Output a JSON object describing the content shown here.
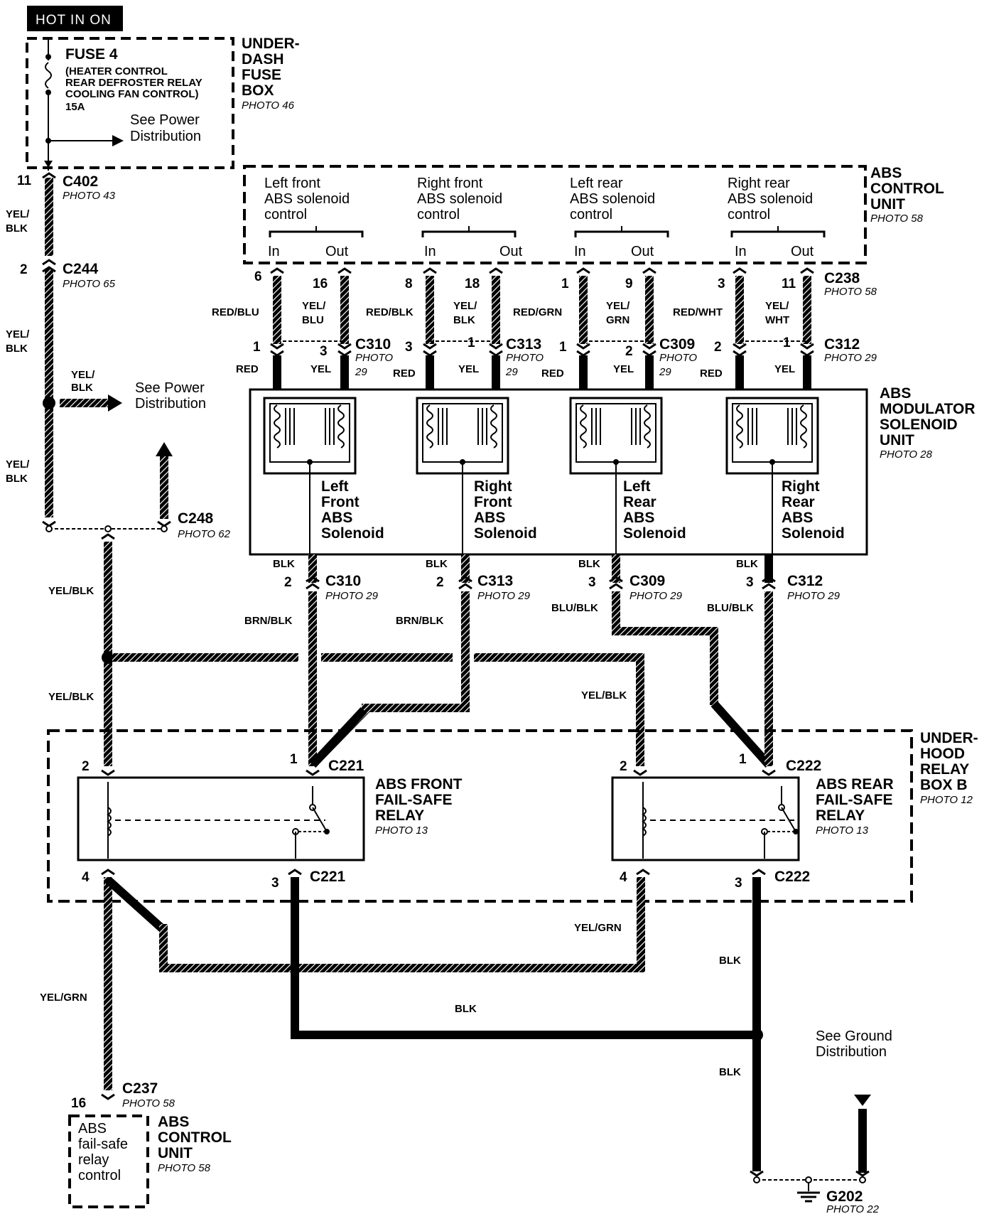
{
  "header": {
    "hot_label": "HOT IN ON"
  },
  "fuse_box": {
    "fuse": "FUSE 4",
    "fuse_desc": [
      "(HEATER CONTROL",
      "REAR DEFROSTER RELAY",
      "COOLING FAN CONTROL)",
      "15A"
    ],
    "power_note": [
      "See Power",
      "Distribution"
    ],
    "title": [
      "UNDER-",
      "DASH",
      "FUSE",
      "BOX"
    ],
    "photo": "PHOTO 46"
  },
  "connectors_left": {
    "c402": {
      "pin": "11",
      "name": "C402",
      "photo": "PHOTO 43"
    },
    "c244": {
      "pin": "2",
      "name": "C244",
      "photo": "PHOTO 65"
    },
    "c248": {
      "name": "C248",
      "photo": "PHOTO 62"
    }
  },
  "wires_left": {
    "w1": [
      "YEL/",
      "BLK"
    ],
    "w2": [
      "YEL/",
      "BLK"
    ],
    "w3": [
      "YEL/",
      "BLK"
    ],
    "w4": [
      "YEL/",
      "BLK"
    ],
    "w5": "YEL/BLK",
    "w6": "YEL/BLK",
    "w7": "YEL/GRN"
  },
  "splice_power_note": [
    "See Power",
    "Distribution"
  ],
  "abs_control_top": {
    "title": [
      "ABS",
      "CONTROL",
      "UNIT"
    ],
    "photo": "PHOTO 58",
    "channels": [
      {
        "label": [
          "Left front",
          "ABS solenoid",
          "control"
        ],
        "in": "In",
        "out": "Out"
      },
      {
        "label": [
          "Right front",
          "ABS solenoid",
          "control"
        ],
        "in": "In",
        "out": "Out"
      },
      {
        "label": [
          "Left rear",
          "ABS solenoid",
          "control"
        ],
        "in": "In",
        "out": "Out"
      },
      {
        "label": [
          "Right rear",
          "ABS solenoid",
          "control"
        ],
        "in": "In",
        "out": "Out"
      }
    ]
  },
  "c238": {
    "name": "C238",
    "photo": "PHOTO 58",
    "pins": [
      "6",
      "16",
      "8",
      "18",
      "1",
      "9",
      "3",
      "11"
    ]
  },
  "mid_wires": [
    {
      "in": "RED/BLU",
      "out": [
        "YEL/",
        "BLU"
      ]
    },
    {
      "in": "RED/BLK",
      "out": [
        "YEL/",
        "BLK"
      ]
    },
    {
      "in": "RED/GRN",
      "out": [
        "YEL/",
        "GRN"
      ]
    },
    {
      "in": "RED/WHT",
      "out": [
        "YEL/",
        "WHT"
      ]
    }
  ],
  "modulator_connectors": [
    {
      "name": "C310",
      "photo": [
        "PHOTO",
        "29"
      ],
      "pin_in": "1",
      "pin_out": "3",
      "in_color": "RED",
      "out_color": "YEL"
    },
    {
      "name": "C313",
      "photo": [
        "PHOTO",
        "29"
      ],
      "pin_in": "3",
      "pin_out": "1",
      "in_color": "RED",
      "out_color": "YEL"
    },
    {
      "name": "C309",
      "photo": [
        "PHOTO",
        "29"
      ],
      "pin_in": "1",
      "pin_out": "2",
      "in_color": "RED",
      "out_color": "YEL"
    },
    {
      "name": "C312",
      "photo": "PHOTO 29",
      "pin_in": "2",
      "pin_out": "1",
      "in_color": "RED",
      "out_color": "YEL"
    }
  ],
  "modulator": {
    "title": [
      "ABS",
      "MODULATOR",
      "SOLENOID",
      "UNIT"
    ],
    "photo": "PHOTO 28",
    "solenoids": [
      [
        "Left",
        "Front",
        "ABS",
        "Solenoid"
      ],
      [
        "Right",
        "Front",
        "ABS",
        "Solenoid"
      ],
      [
        "Left",
        "Rear",
        "ABS",
        "Solenoid"
      ],
      [
        "Right",
        "Rear",
        "ABS",
        "Solenoid"
      ]
    ]
  },
  "ground_side": [
    {
      "color": "BLK",
      "pin": "2",
      "name": "C310",
      "photo": "PHOTO 29",
      "wire": "BRN/BLK"
    },
    {
      "color": "BLK",
      "pin": "2",
      "name": "C313",
      "photo": "PHOTO 29",
      "wire": "BRN/BLK"
    },
    {
      "color": "BLK",
      "pin": "3",
      "name": "C309",
      "photo": "PHOTO 29",
      "wire": "BLU/BLK"
    },
    {
      "color": "BLK",
      "pin": "3",
      "name": "C312",
      "photo": "PHOTO 29",
      "wire": "BLU/BLK"
    }
  ],
  "yel_blk_right": "YEL/BLK",
  "relay_box": {
    "title": [
      "UNDER-",
      "HOOD",
      "RELAY",
      "BOX B"
    ],
    "photo": "PHOTO 12",
    "front": {
      "title": [
        "ABS FRONT",
        "FAIL-SAFE",
        "RELAY"
      ],
      "photo": "PHOTO 13",
      "top_conn": "C221",
      "bot_conn": "C221",
      "pin_tl": "2",
      "pin_tr": "1",
      "pin_bl": "4",
      "pin_br": "3"
    },
    "rear": {
      "title": [
        "ABS REAR",
        "FAIL-SAFE",
        "RELAY"
      ],
      "photo": "PHOTO 13",
      "top_conn": "C222",
      "bot_conn": "C222",
      "pin_tl": "2",
      "pin_tr": "1",
      "pin_bl": "4",
      "pin_br": "3"
    }
  },
  "bottom": {
    "yel_grn_mid": "YEL/GRN",
    "blk_right1": "BLK",
    "blk_mid": "BLK",
    "blk_right2": "BLK",
    "ground_note": [
      "See Ground",
      "Distribution"
    ],
    "c237": {
      "pin": "16",
      "name": "C237",
      "photo": "PHOTO 58"
    },
    "abs_box": {
      "label": [
        "ABS",
        "fail-safe",
        "relay",
        "control"
      ]
    },
    "abs_unit": {
      "title": [
        "ABS",
        "CONTROL",
        "UNIT"
      ],
      "photo": "PHOTO 58"
    },
    "g202": {
      "name": "G202",
      "photo": "PHOTO 22"
    }
  }
}
